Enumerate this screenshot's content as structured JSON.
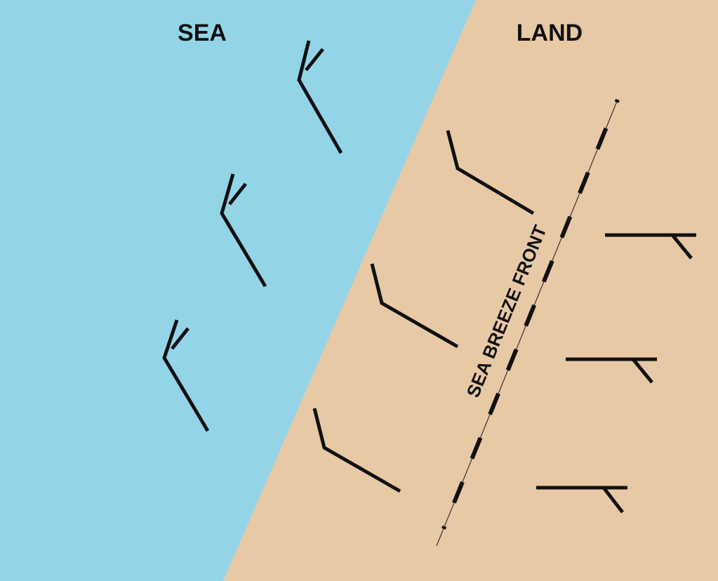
{
  "labels": {
    "sea": "SEA",
    "land": "LAND",
    "front": "SEA BREEZE FRONT"
  },
  "colors": {
    "sea": "#93d5e6",
    "land": "#e8c9a6",
    "ink": "#111111"
  }
}
